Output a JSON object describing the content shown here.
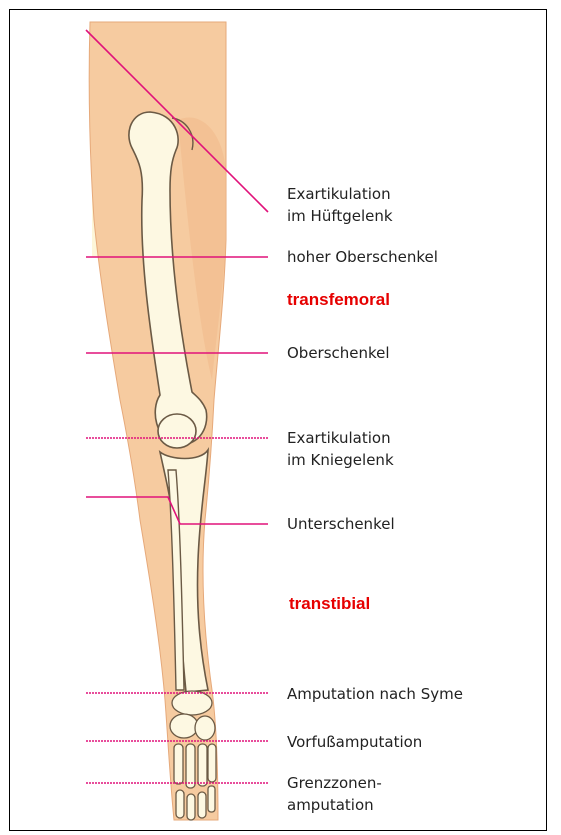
{
  "levels": [
    {
      "line1": "Exartikulation",
      "line2": "im Hüftgelenk"
    },
    {
      "line1": "hoher Oberschenkel"
    },
    {
      "line1": "Oberschenkel"
    },
    {
      "line1": "Exartikulation",
      "line2": "im Kniegelenk"
    },
    {
      "line1": "Unterschenkel"
    },
    {
      "line1": "Amputation nach Syme"
    },
    {
      "line1": "Vorfußamputation"
    },
    {
      "line1": "Grenzzonen-",
      "line2": "amputation"
    }
  ],
  "regions": {
    "transfemoral": "transfemoral",
    "transtibial": "transtibial"
  },
  "colors": {
    "skin": "#f6cba0",
    "skin_shadow": "#f0b98a",
    "bone": "#fdf8e2",
    "bone_outline": "#6b5a45",
    "background_strip": "#fdf6d9",
    "cut_line": "#e0127a",
    "region_text": "#e60000"
  }
}
